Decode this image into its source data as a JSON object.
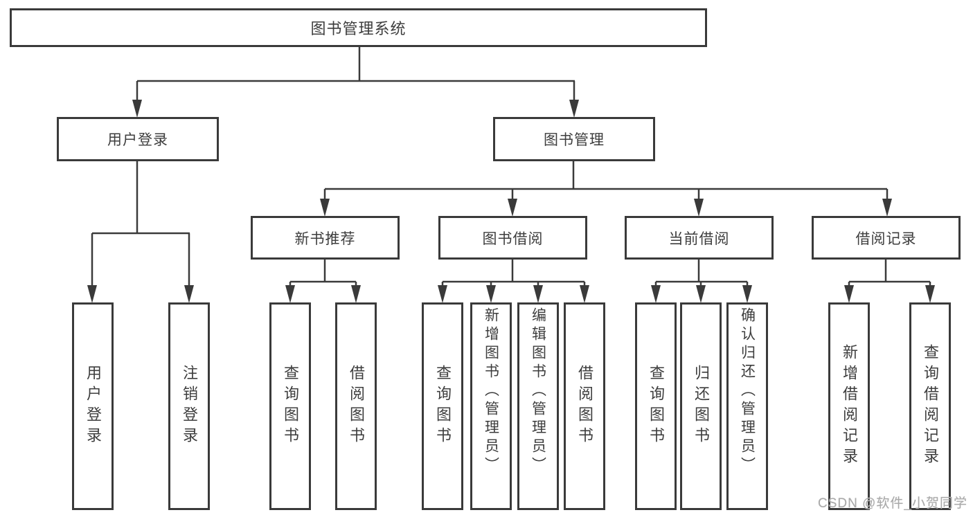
{
  "diagram_type": "hierarchy-tree",
  "colors": {
    "line": "#3a3a3a",
    "box_border": "#3a3a3a",
    "box_background": "#ffffff",
    "text": "#3d3d3d",
    "watermark_text": "#a9a9a9"
  },
  "tree": {
    "label": "图书管理系统",
    "children": [
      {
        "label": "用户登录",
        "children": [
          {
            "label": "用户登录"
          },
          {
            "label": "注销登录"
          }
        ]
      },
      {
        "label": "图书管理",
        "children": [
          {
            "label": "新书推荐",
            "children": [
              {
                "label": "查询图书"
              },
              {
                "label": "借阅图书"
              }
            ]
          },
          {
            "label": "图书借阅",
            "children": [
              {
                "label": "查询图书"
              },
              {
                "label": "新增图书（管理员）"
              },
              {
                "label": "编辑图书（管理员）"
              },
              {
                "label": "借阅图书"
              }
            ]
          },
          {
            "label": "当前借阅",
            "children": [
              {
                "label": "查询图书"
              },
              {
                "label": "归还图书"
              },
              {
                "label": "确认归还（管理员）"
              }
            ]
          },
          {
            "label": "借阅记录",
            "children": [
              {
                "label": "新增借阅记录"
              },
              {
                "label": "查询借阅记录"
              }
            ]
          }
        ]
      }
    ]
  },
  "watermark": "CSDN @软件_小贺同学"
}
